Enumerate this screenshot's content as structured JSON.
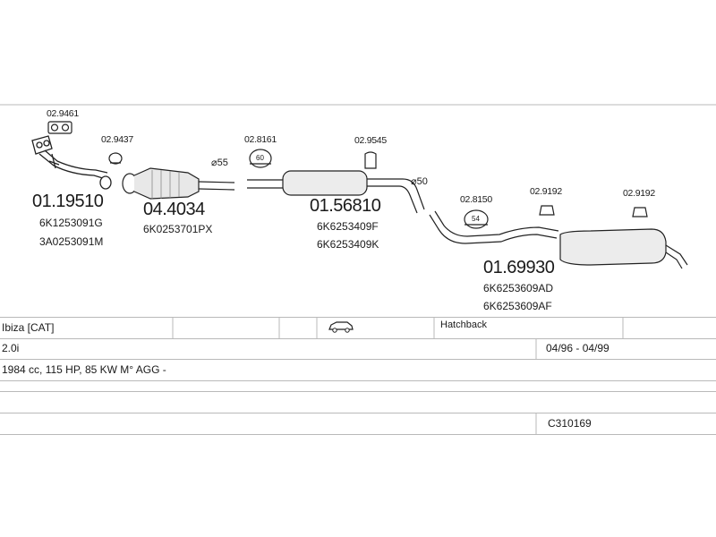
{
  "parts": [
    {
      "number": "01.19510",
      "oe": [
        "6K1253091G",
        "3A0253091M"
      ]
    },
    {
      "number": "04.4034",
      "oe": [
        "6K0253701PX"
      ]
    },
    {
      "number": "01.56810",
      "oe": [
        "6K6253409F",
        "6K6253409K"
      ]
    },
    {
      "number": "01.69930",
      "oe": [
        "6K6253609AD",
        "6K6253609AF"
      ]
    }
  ],
  "fittings": [
    "02.9461",
    "02.9437",
    "02.8161",
    "02.9545",
    "02.8150",
    "02.9192",
    "02.9192"
  ],
  "diameters": [
    "⌀55",
    "⌀50"
  ],
  "clamp_sizes": [
    "60",
    "54"
  ],
  "vehicle": {
    "model": "Ibiza  [CAT]",
    "body": "Hatchback",
    "engine": "2.0i",
    "years": "04/96 - 04/99",
    "specs": "1984 cc, 115 HP, 85 KW M° AGG -",
    "code": "C310169",
    "body_icon": "car-icon"
  }
}
